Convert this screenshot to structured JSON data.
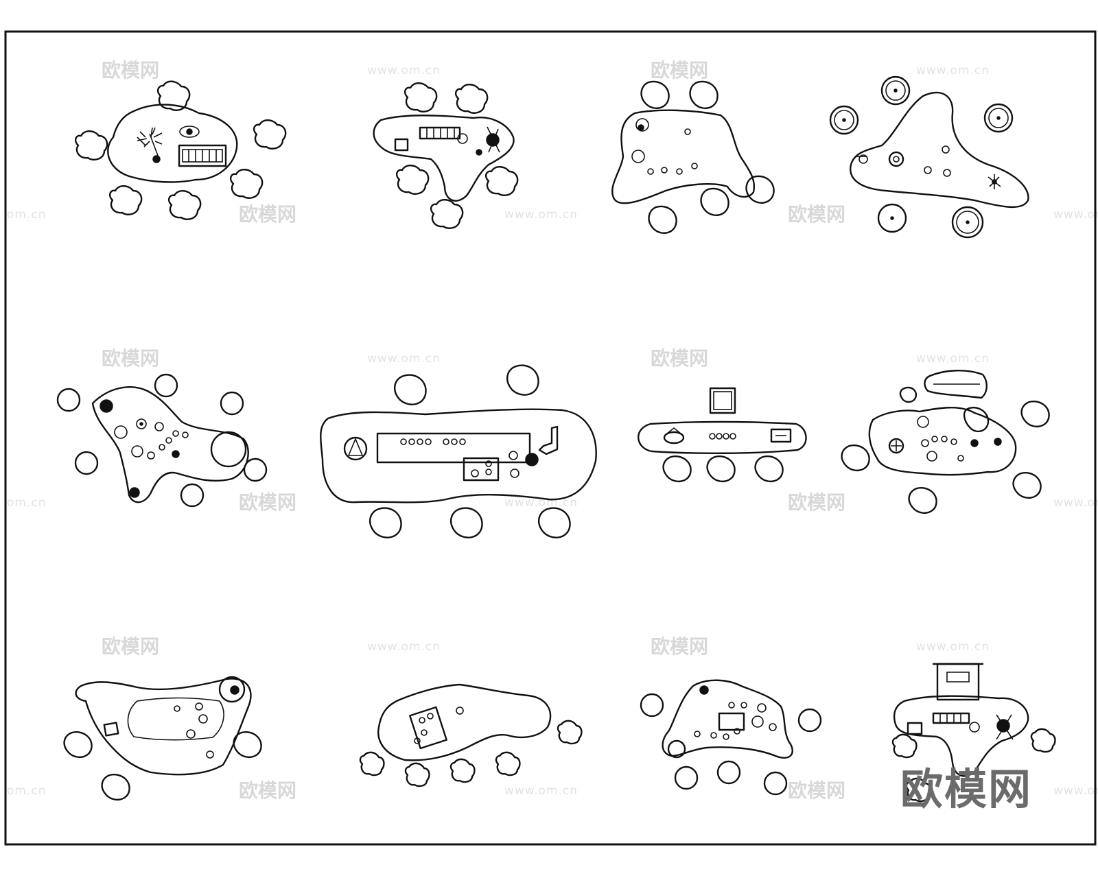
{
  "watermark": {
    "brand_text": "欧模网",
    "url_text": "www.om.cn",
    "edge_text": "om.cn"
  },
  "logo": {
    "text": "欧模网"
  },
  "colors": {
    "line": "#111111",
    "background": "#ffffff",
    "watermark": "#d8d8d8",
    "logo": "#6b6b6b"
  },
  "icons": {
    "tree": "tree-icon",
    "stool": "stool-icon",
    "palm": "palm-icon",
    "fixture": "equipment-icon"
  }
}
